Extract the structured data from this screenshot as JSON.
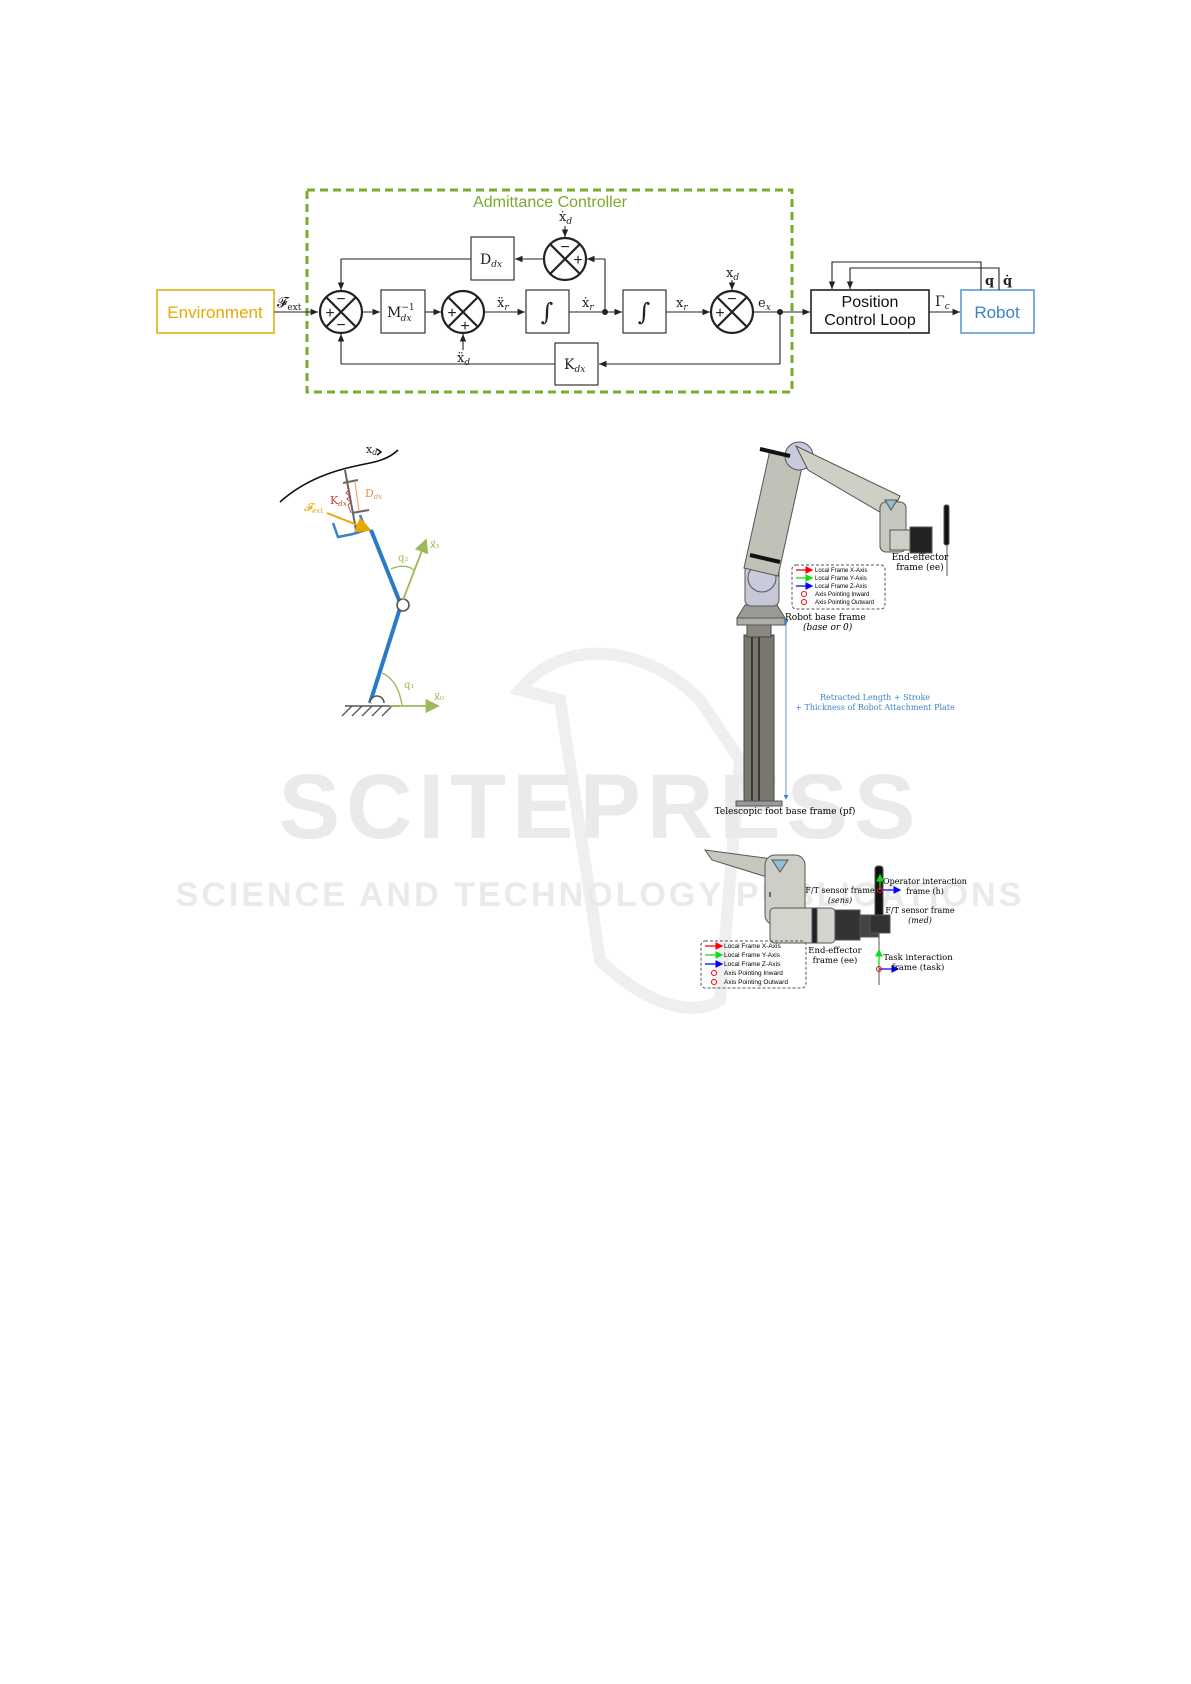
{
  "watermark": {
    "brand": "SCITEPRESS",
    "tagline": "SCIENCE AND TECHNOLOGY PUBLICATIONS"
  },
  "colors": {
    "controller": "#7aaa2e",
    "environment": "#e8a800",
    "robot": "#3c82c8",
    "spring": "#c0403a",
    "damper": "#f0904a",
    "frame_axis": "#9bbb59"
  },
  "block_diagram": {
    "controller_title": "Admittance Controller",
    "environment": "Environment",
    "position_loop": [
      "Position",
      "Control Loop"
    ],
    "robot": "Robot",
    "f_ext": {
      "base": "𝓕",
      "sub": "ext"
    },
    "m_block": {
      "base": "M",
      "sup": "−1",
      "sub": "dx"
    },
    "d_block": {
      "base": "D",
      "sub": "dx"
    },
    "k_block": {
      "base": "K",
      "sub": "dx"
    },
    "integral": "∫",
    "xr_ddot": {
      "base": "ẍ",
      "sub": "r"
    },
    "xr_dot": {
      "base": "ẋ",
      "sub": "r"
    },
    "xr": {
      "base": "x",
      "sub": "r"
    },
    "xd_ddot": {
      "base": "ẍ",
      "sub": "d"
    },
    "xd_dot": {
      "base": "ẋ",
      "sub": "d"
    },
    "xd": {
      "base": "x",
      "sub": "d"
    },
    "ex": {
      "base": "e",
      "sub": "x"
    },
    "gamma": {
      "base": "Γ",
      "sub": "c"
    },
    "q": "q",
    "q_dot": "q̇",
    "plus": "+",
    "minus": "−"
  },
  "pendulum": {
    "xd": {
      "base": "x",
      "sub": "d"
    },
    "kdx": {
      "base": "K",
      "sub": "dx"
    },
    "ddx": {
      "base": "D",
      "sub": "dx"
    },
    "fext": {
      "base": "𝓕",
      "sub": "ext"
    },
    "q1": "q₁",
    "q2": "q₂",
    "x0": "x⃗₀",
    "x1": "x⃗₁"
  },
  "robot_figure_top": {
    "legend": [
      "Local Frame X-Axis",
      "Local Frame Y-Axis",
      "Local Frame Z-Axis",
      "Axis Pointing Inward",
      "Axis Pointing Outward"
    ],
    "ee_frame": [
      "End-effector",
      "frame (ee)"
    ],
    "base_frame": [
      "Robot base frame",
      "(base or 0)"
    ],
    "dimension": [
      "Retracted Length + Stroke",
      "+ Thickness of Robot Attachment Plate"
    ],
    "foot_frame": "Telescopic foot base frame (pf)"
  },
  "robot_figure_bottom": {
    "legend": [
      "Local Frame X-Axis",
      "Local Frame Y-Axis",
      "Local Frame Z-Axis",
      "Axis Pointing Inward",
      "Axis Pointing Outward"
    ],
    "sens_frame": [
      "F/T sensor frame",
      "(sens)"
    ],
    "operator_frame": [
      "Operator interaction",
      "frame (h)"
    ],
    "med_frame": [
      "F/T sensor frame",
      "(med)"
    ],
    "ee_frame": [
      "End-effector",
      "frame (ee)"
    ],
    "task_frame": [
      "Task interaction",
      "frame (task)"
    ]
  }
}
